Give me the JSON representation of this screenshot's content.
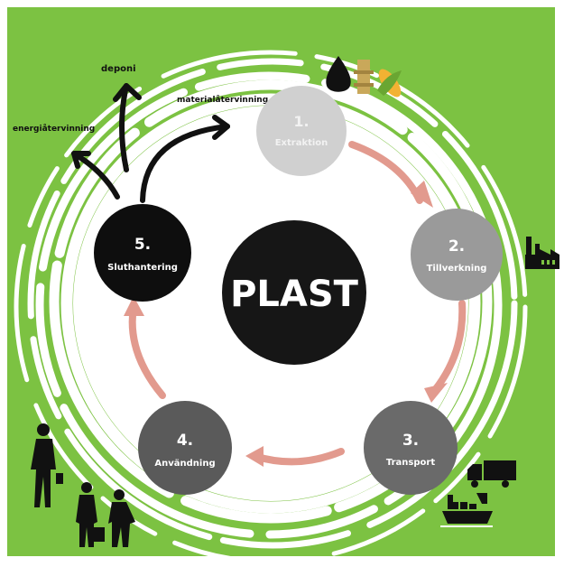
{
  "center": {
    "label": "PLAST"
  },
  "stages": [
    {
      "number": "1.",
      "label": "Extraktion"
    },
    {
      "number": "2.",
      "label": "Tillverkning"
    },
    {
      "number": "3.",
      "label": "Transport"
    },
    {
      "number": "4.",
      "label": "Användning"
    },
    {
      "number": "5.",
      "label": "Sluthantering"
    }
  ],
  "outcomes": {
    "deponi": "deponi",
    "energi": "energiåtervinning",
    "material": "materialåtervinning"
  },
  "colors": {
    "background": "#7cc242",
    "arrow": "#e29a8e",
    "stage1": "#d0d0d0",
    "stage2": "#9a9a9a",
    "stage3": "#6a6a6a",
    "stage4": "#5a5a5a",
    "stage5": "#0e0e0e",
    "center": "#161616"
  },
  "icons": [
    "oil-drop-icon",
    "crop-bundle-icon",
    "corn-icon",
    "factory-icon",
    "truck-icon",
    "cargo-ship-icon",
    "people-silhouettes-icon"
  ]
}
